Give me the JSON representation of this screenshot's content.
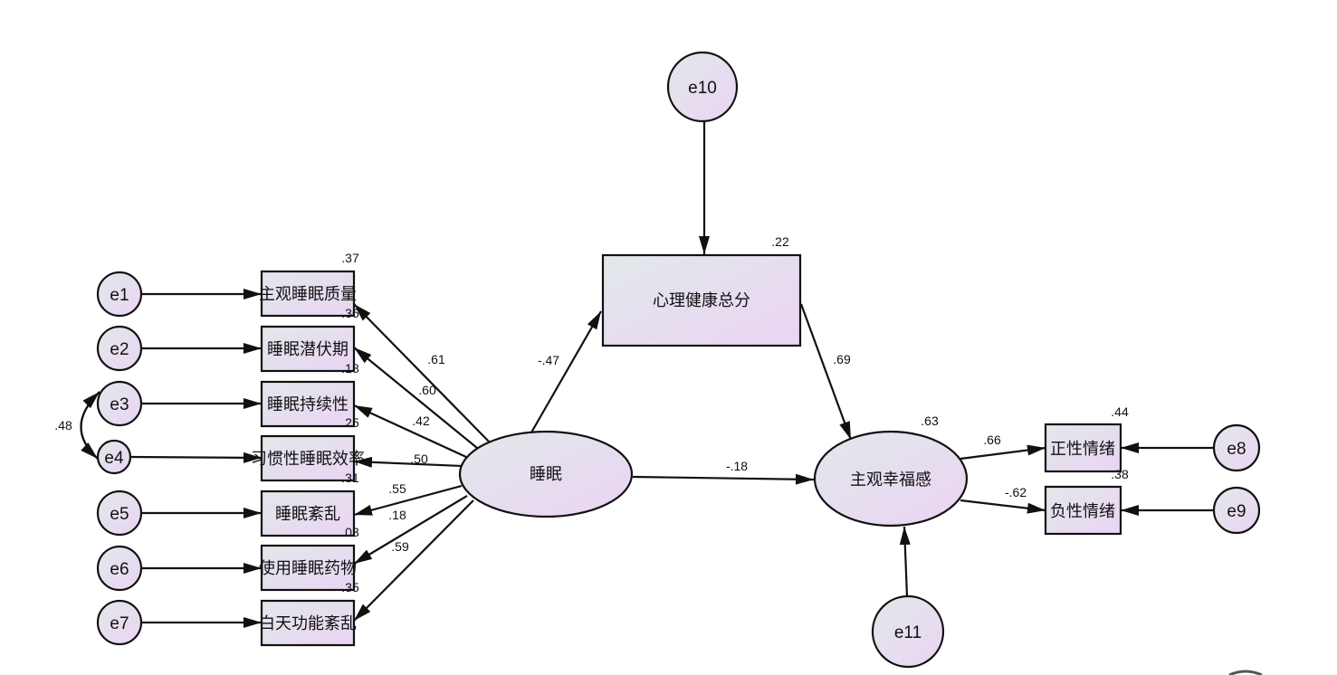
{
  "diagram": {
    "type": "structural-equation-model",
    "latent": {
      "sleep": {
        "label": "睡眠"
      },
      "wellbeing": {
        "label": "主观幸福感",
        "r2": ".63"
      }
    },
    "mediator": {
      "label": "心理健康总分",
      "r2": ".22"
    },
    "indicators_sleep": [
      {
        "label": "主观睡眠质量",
        "r2": ".37",
        "loading": ".61",
        "error": "e1"
      },
      {
        "label": "睡眠潜伏期",
        "r2": ".36",
        "loading": ".60",
        "error": "e2"
      },
      {
        "label": "睡眠持续性",
        "r2": ".18",
        "loading": ".42",
        "error": "e3"
      },
      {
        "label": "习惯性睡眠效率",
        "r2": ".25",
        "loading": ".50",
        "error": "e4"
      },
      {
        "label": "睡眠紊乱",
        "r2": ".31",
        "loading": ".55",
        "error": "e5"
      },
      {
        "label": "使用睡眠药物",
        "r2": ".03",
        "loading": ".18",
        "error": "e6"
      },
      {
        "label": "白天功能紊乱",
        "r2": ".35",
        "loading": ".59",
        "error": "e7"
      }
    ],
    "indicators_wellbeing": [
      {
        "label": "正性情绪",
        "r2": ".44",
        "loading": ".66",
        "error": "e8"
      },
      {
        "label": "负性情绪",
        "r2": ".38",
        "loading": "-.62",
        "error": "e9"
      }
    ],
    "paths": {
      "sleep_to_mediator": "-.47",
      "mediator_to_wellbeing": ".69",
      "sleep_to_wellbeing": "-.18"
    },
    "disturbances": {
      "mediator": "e10",
      "wellbeing": "e11"
    },
    "covariance": {
      "between": [
        "e3",
        "e4"
      ],
      "value": ".48"
    }
  },
  "colors": {
    "fill_start": "#e2e8ea",
    "fill_end": "#ead4f3",
    "stroke": "#111111"
  }
}
